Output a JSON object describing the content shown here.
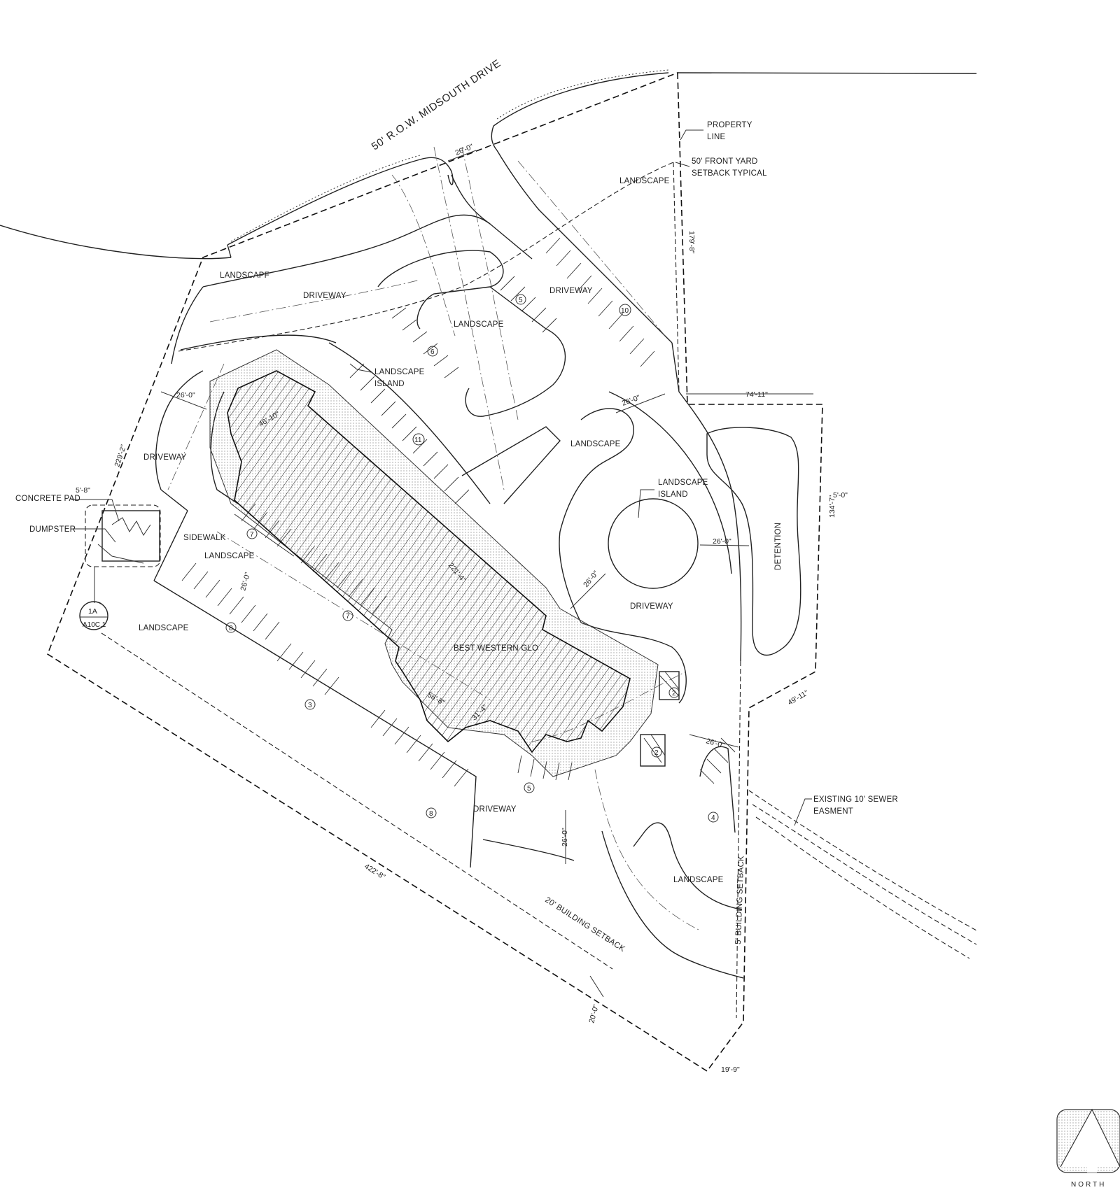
{
  "road": {
    "name": "50' R.O.W. MIDSOUTH DRIVE"
  },
  "callouts": {
    "property_line": [
      "PROPERTY",
      "LINE"
    ],
    "front_setback": [
      "50' FRONT YARD",
      "SETBACK TYPICAL"
    ],
    "landscape_island_1": [
      "LANDSCAPE",
      "ISLAND"
    ],
    "landscape_island_2": [
      "LANDSCAPE",
      "ISLAND"
    ],
    "concrete_pad": "CONCRETE PAD",
    "dumpster": "DUMPSTER",
    "sewer_easement": [
      "EXISTING 10' SEWER",
      "EASMENT"
    ],
    "building_setback_20": "20' BUILDING SETBACK",
    "building_setback_5": "5' BUILDING SETBACK",
    "detail_ref": {
      "id": "1A",
      "sheet": "A10C.1"
    }
  },
  "areas": {
    "landscape": "LANDSCAPE",
    "landscape_alt": "LANDSCAPF",
    "driveway": "DRIVEWAY",
    "driveway_alt": "DRIVEWAY",
    "sidewalk": "SIDEWALK",
    "detention": "DETENTION",
    "building": "BEST WESTERN GLO"
  },
  "dimensions": {
    "d26_top": "26'-0\"",
    "d26_left": "26'-0\"",
    "d26_island": "26'-0\"",
    "d26_circle": "26'-0\"",
    "d26_drive": "26'-0\"",
    "d26_mid": "26'-0\"",
    "d26_bottom": "26'-0\"",
    "d26_se": "26'-0\"",
    "d74": "74'-11\"",
    "d179": "179'-8\"",
    "d229": "229'-2\"",
    "d5_8": "5'-8\"",
    "d5_0": "5'-0\"",
    "d134": "134'-7\"",
    "d49": "49'-11\"",
    "d422": "422'-8\"",
    "d20": "20'-0\"",
    "d19": "19'-9\"",
    "d46": "46'-10\"",
    "d221": "221'-4\"",
    "d58": "58'-8\"",
    "d31": "31'-4\""
  },
  "stall_counts": [
    "5",
    "10",
    "6",
    "11",
    "7",
    "7",
    "8",
    "3",
    "8",
    "5",
    "4",
    "2",
    "2"
  ],
  "north_arrow": {
    "label": "NORTH"
  }
}
